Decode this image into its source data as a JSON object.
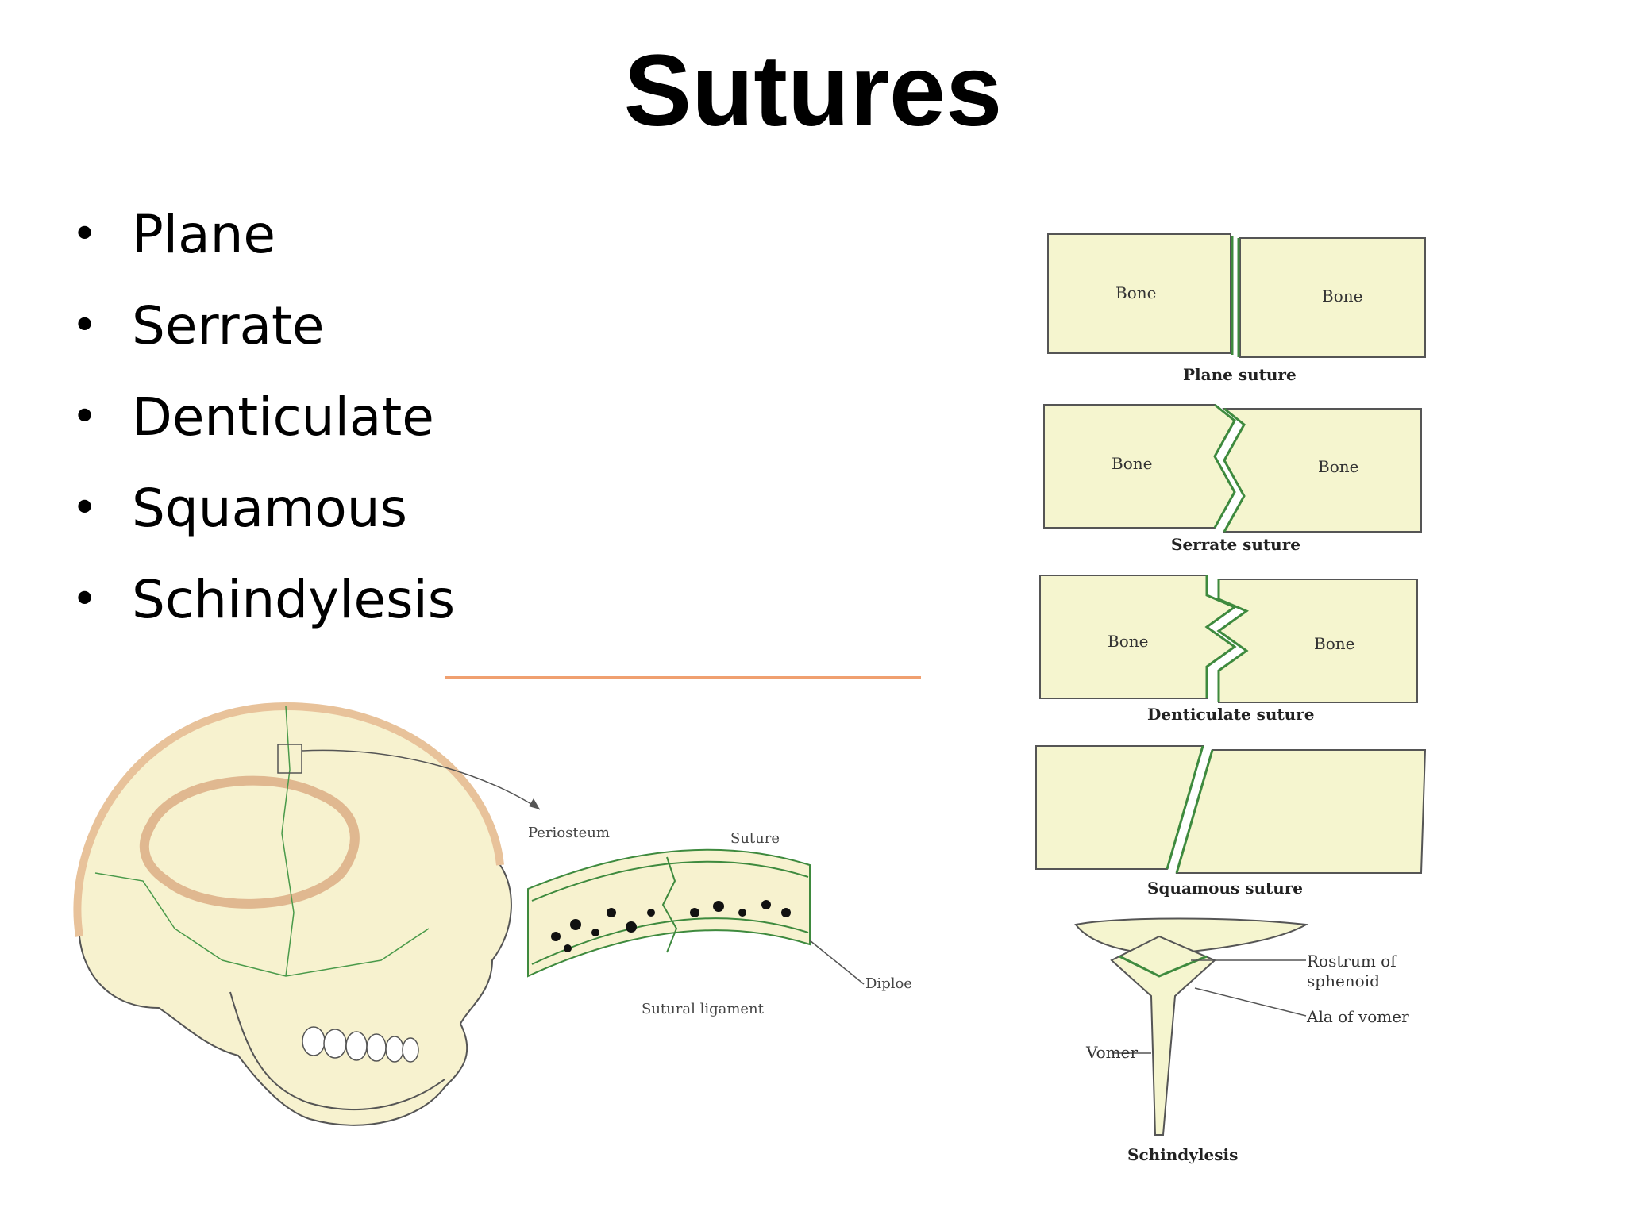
{
  "title": "Sutures",
  "bullets": [
    "Plane",
    "Serrate",
    "Denticulate",
    "Squamous",
    "Schindylesis"
  ],
  "skull_labels": {
    "periosteum": "Periosteum",
    "suture": "Suture",
    "diploe": "Diploe",
    "sutural_ligament": "Sutural ligament"
  },
  "suture_types": {
    "bone": "Bone",
    "plane": "Plane suture",
    "serrate": "Serrate suture",
    "denticulate": "Denticulate suture",
    "squamous": "Squamous suture",
    "schindylesis": "Schindylesis",
    "rostrum_1": "Rostrum of",
    "rostrum_2": "sphenoid",
    "ala_of_vomer": "Ala of vomer",
    "vomer": "Vomer"
  },
  "colors": {
    "bone_fill": "#f5f5cf",
    "suture_green": "#3e8a3e",
    "skull_rim": "#e8c29a"
  }
}
